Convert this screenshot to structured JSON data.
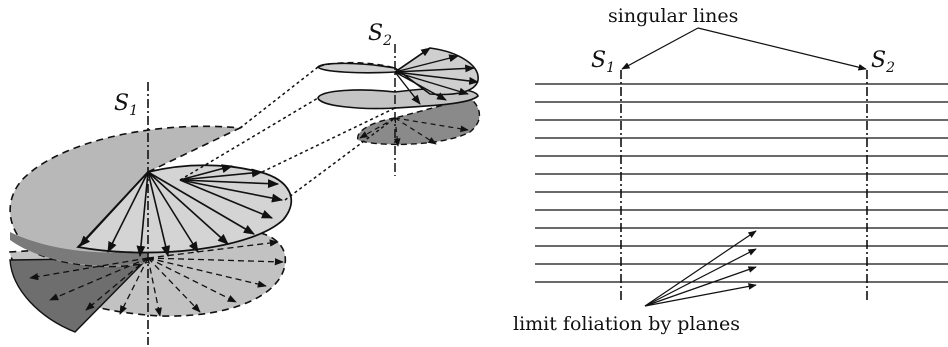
{
  "figure": {
    "left_panel": {
      "axis_labels": [
        {
          "name": "S",
          "sub": "1"
        },
        {
          "name": "S",
          "sub": "2"
        }
      ]
    },
    "right_panel": {
      "top_annotation": "singular lines",
      "bottom_annotation": "limit foliation by planes",
      "axis_labels": [
        {
          "name": "S",
          "sub": "1"
        },
        {
          "name": "S",
          "sub": "2"
        }
      ],
      "horizontal_line_count": 12,
      "foliation_arrow_count": 4
    },
    "colors": {
      "ink": "#111111",
      "surface_light": "#d6d6d6",
      "surface_mid": "#b4b4b4",
      "surface_dark": "#6e6e6e"
    }
  }
}
